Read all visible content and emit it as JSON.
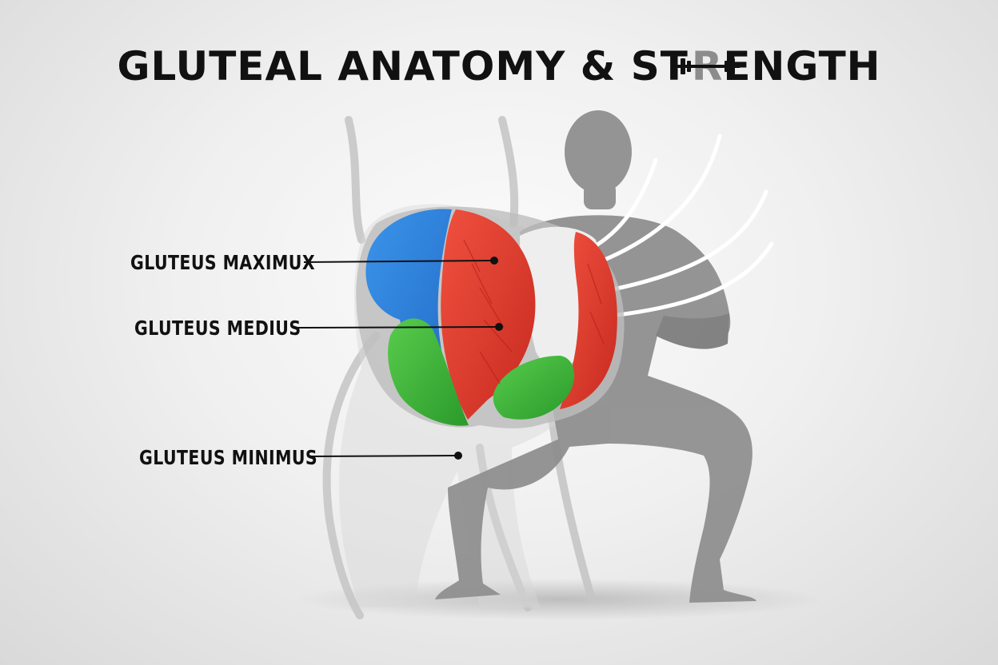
{
  "title": {
    "part1": "GLUTEAL ANATOMY & ST",
    "accent": "R",
    "part2": "ENGTH"
  },
  "labels": {
    "maximus": "GLUTEUS MAXIMUX",
    "medius": "GLUTEUS MEDIUS",
    "minimus": "GLUTEUS MINIMUS"
  },
  "colors": {
    "maximus_red": "#e03a2c",
    "medius_blue": "#2a7fd8",
    "minimus_green": "#3cb53a",
    "silhouette": "#8f8f8f",
    "body_outline": "#c9c9c9"
  },
  "icons": {
    "title_ornament": "dumbbell-icon"
  }
}
